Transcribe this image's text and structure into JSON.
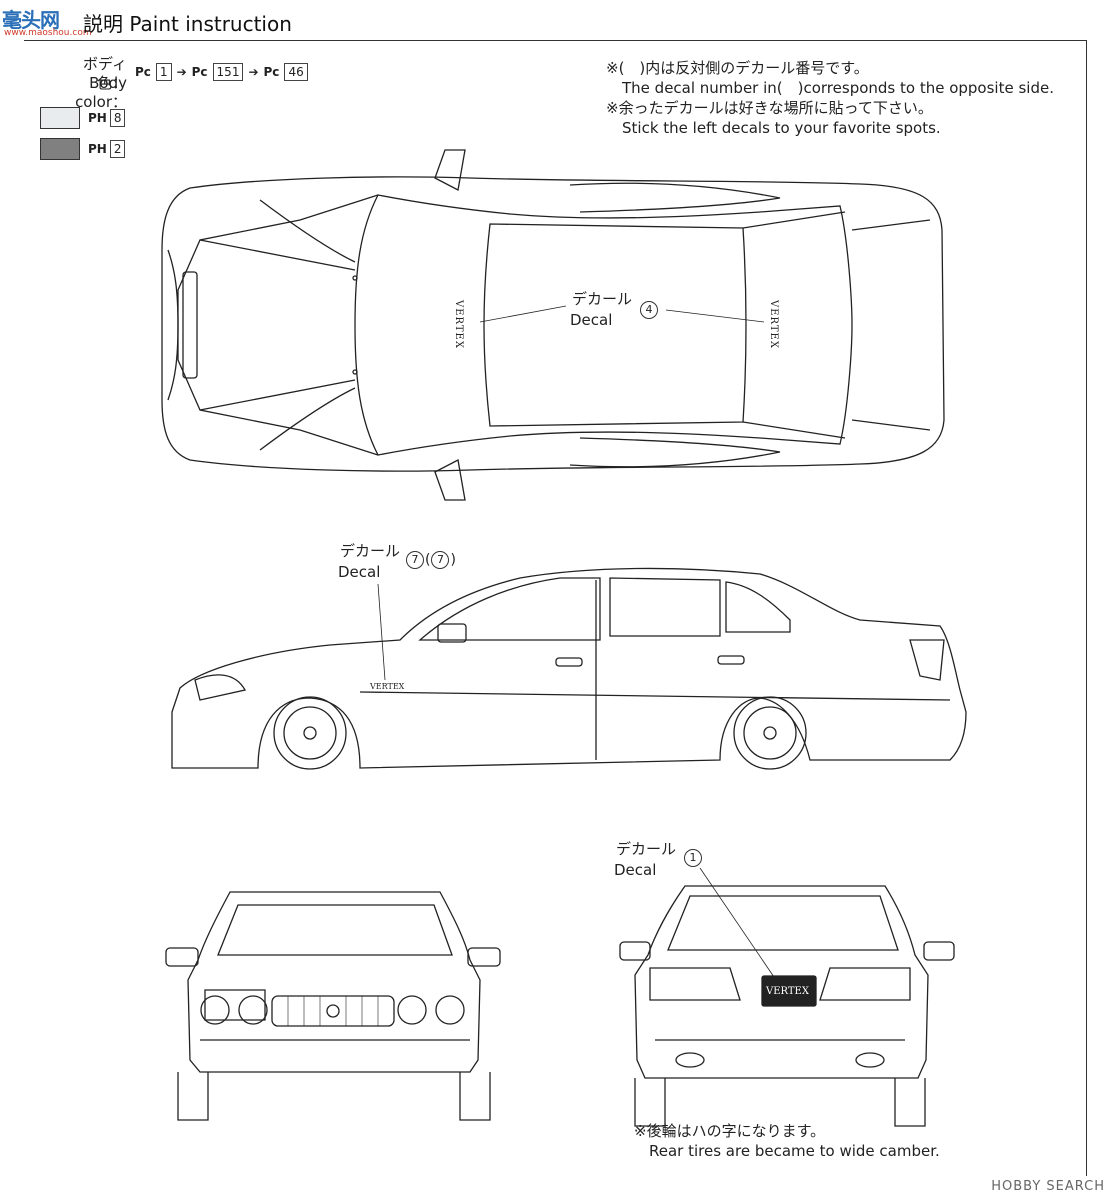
{
  "header": {
    "watermark": "毫头网",
    "watermark_sub": "www.maoshou.com",
    "title": "説明 Paint instruction"
  },
  "body_color": {
    "label_jp": "ボディ色：",
    "label_en": "Body color：",
    "paints": [
      {
        "prefix": "Pc",
        "number": "1"
      },
      {
        "prefix": "Pc",
        "number": "151"
      },
      {
        "prefix": "Pc",
        "number": "46"
      }
    ]
  },
  "swatches": [
    {
      "color": "#e8ecee",
      "prefix": "PH",
      "number": "8"
    },
    {
      "color": "#808080",
      "prefix": "PH",
      "number": "2"
    }
  ],
  "notes": {
    "line1": "※(　)内は反対側のデカール番号です。",
    "line2": "The decal number in(　)corresponds to the opposite side.",
    "line3": "※余ったデカールは好きな場所に貼って下さい。",
    "line4": "Stick the left decals to your favorite spots."
  },
  "callouts": {
    "top": {
      "jp": "デカール",
      "en": "Decal",
      "number": "4"
    },
    "side": {
      "jp": "デカール",
      "en": "Decal",
      "number": "7",
      "number_opposite": "7"
    },
    "rear": {
      "jp": "デカール",
      "en": "Decal",
      "number": "1"
    }
  },
  "decal_text": "VERTEX",
  "rear_note": {
    "jp": "※後輪はハの字になります。",
    "en": "Rear tires are became to wide camber."
  },
  "footer": "HOBBY SEARCH"
}
